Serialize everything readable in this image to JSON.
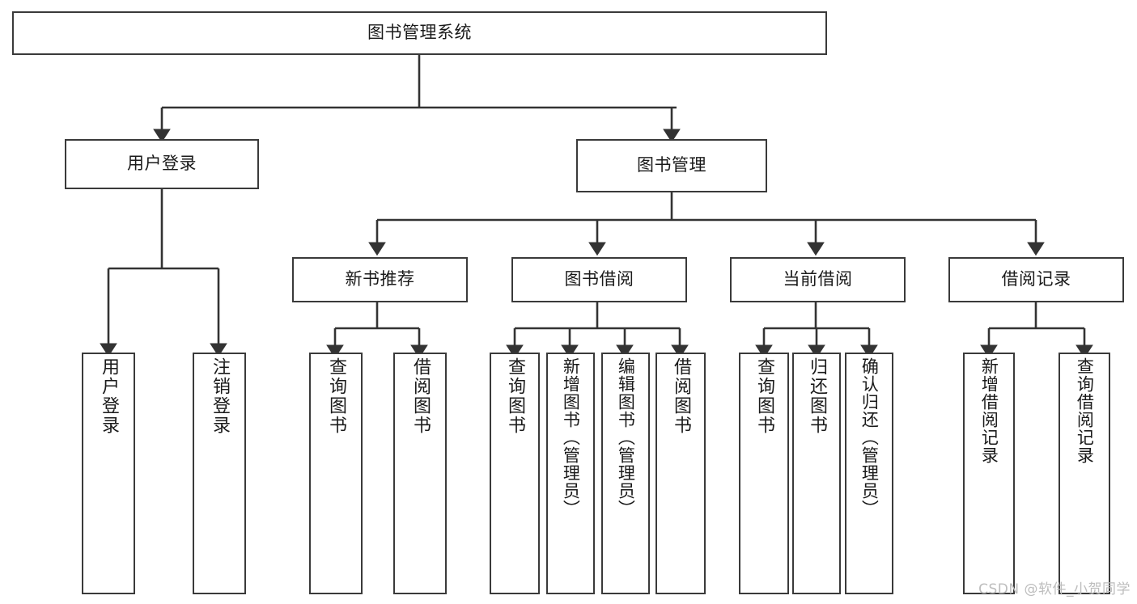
{
  "diagram": {
    "title": "图书管理系统",
    "type": "tree",
    "watermark": "CSDN @软件_小贺同学",
    "colors": {
      "box_border": "#3a3a3a",
      "box_fill": "#ffffff",
      "edge": "#333333",
      "text": "#1a1a1a",
      "watermark": "#bdbdbd"
    },
    "root": {
      "label": "图书管理系统"
    },
    "level2": [
      {
        "label": "用户登录"
      },
      {
        "label": "图书管理"
      }
    ],
    "level3": [
      {
        "label": "新书推荐"
      },
      {
        "label": "图书借阅"
      },
      {
        "label": "当前借阅"
      },
      {
        "label": "借阅记录"
      }
    ],
    "leaves": {
      "user_login": [
        {
          "label": "用户登录"
        },
        {
          "label": "注销登录"
        }
      ],
      "new_book_recommend": [
        {
          "label": "查询图书"
        },
        {
          "label": "借阅图书"
        }
      ],
      "book_borrow": [
        {
          "label": "查询图书"
        },
        {
          "label": "新增图书（管理员）"
        },
        {
          "label": "编辑图书（管理员）"
        },
        {
          "label": "借阅图书"
        }
      ],
      "current_borrow": [
        {
          "label": "查询图书"
        },
        {
          "label": "归还图书"
        },
        {
          "label": "确认归还（管理员）"
        }
      ],
      "borrow_record": [
        {
          "label": "新增借阅记录"
        },
        {
          "label": "查询借阅记录"
        }
      ]
    }
  }
}
